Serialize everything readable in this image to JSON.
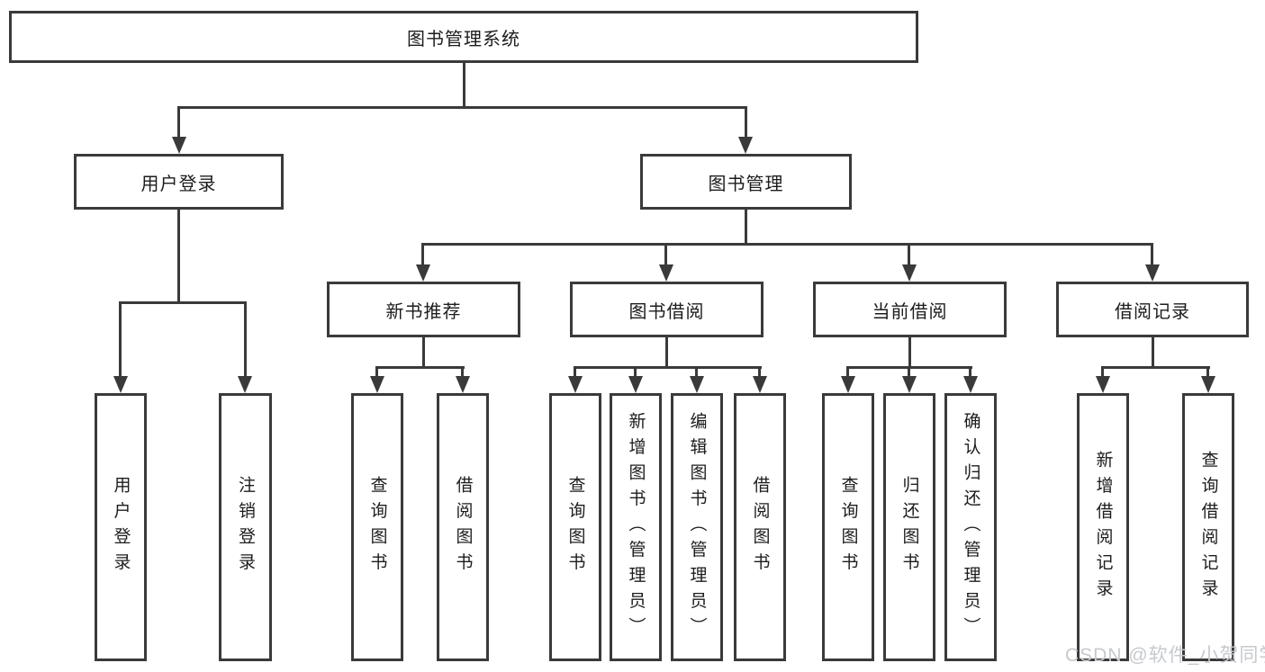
{
  "tree": {
    "root": "图书管理系统",
    "children": [
      {
        "label": "用户登录",
        "children": [
          {
            "label": "用户登录"
          },
          {
            "label": "注销登录"
          }
        ]
      },
      {
        "label": "图书管理",
        "children": [
          {
            "label": "新书推荐",
            "children": [
              {
                "label": "查询图书"
              },
              {
                "label": "借阅图书"
              }
            ]
          },
          {
            "label": "图书借阅",
            "children": [
              {
                "label": "查询图书"
              },
              {
                "label": "新增图书（管理员）"
              },
              {
                "label": "编辑图书（管理员）"
              },
              {
                "label": "借阅图书"
              }
            ]
          },
          {
            "label": "当前借阅",
            "children": [
              {
                "label": "查询图书"
              },
              {
                "label": "归还图书"
              },
              {
                "label": "确认归还（管理员）"
              }
            ]
          },
          {
            "label": "借阅记录",
            "children": [
              {
                "label": "新增借阅记录"
              },
              {
                "label": "查询借阅记录"
              }
            ]
          }
        ]
      }
    ]
  },
  "watermark": {
    "text": "CSDN @软件_小贺同学"
  },
  "colors": {
    "line": "#3a3a3a",
    "box_border": "#3a3a3a",
    "text": "#1c1c1c",
    "watermark": "#c6c9ce",
    "background": "#ffffff"
  }
}
